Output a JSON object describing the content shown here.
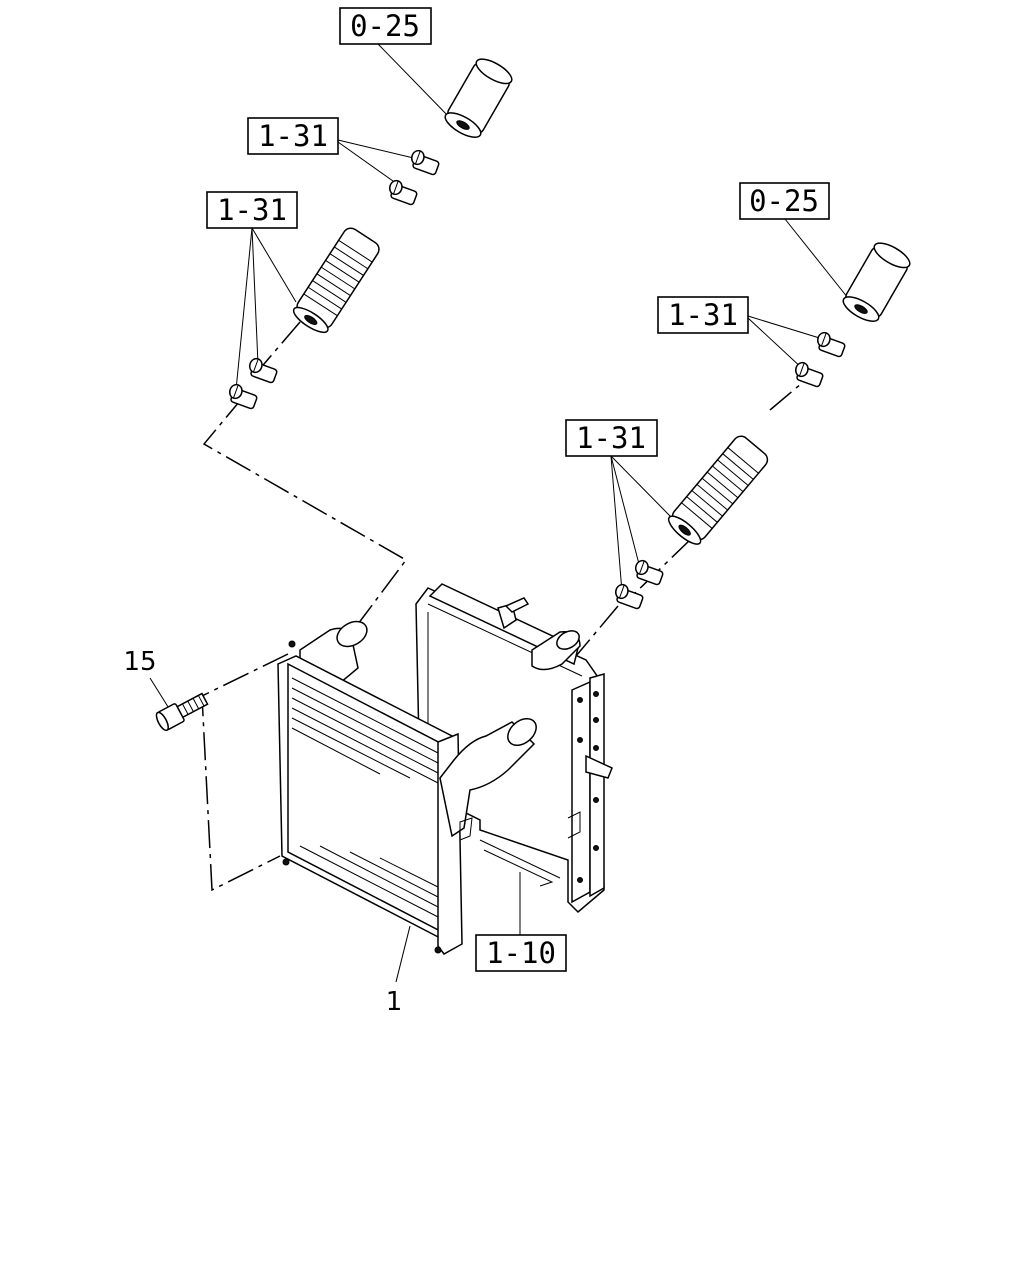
{
  "labels": {
    "hose_upper_left": "0-25",
    "clamp_upper_left_a": "1-31",
    "clamp_upper_left_b": "1-31",
    "hose_upper_right": "0-25",
    "clamp_upper_right_a": "1-31",
    "clamp_upper_right_b": "1-31",
    "radiator": "1-10",
    "bolt": "15",
    "intercooler": "1"
  }
}
